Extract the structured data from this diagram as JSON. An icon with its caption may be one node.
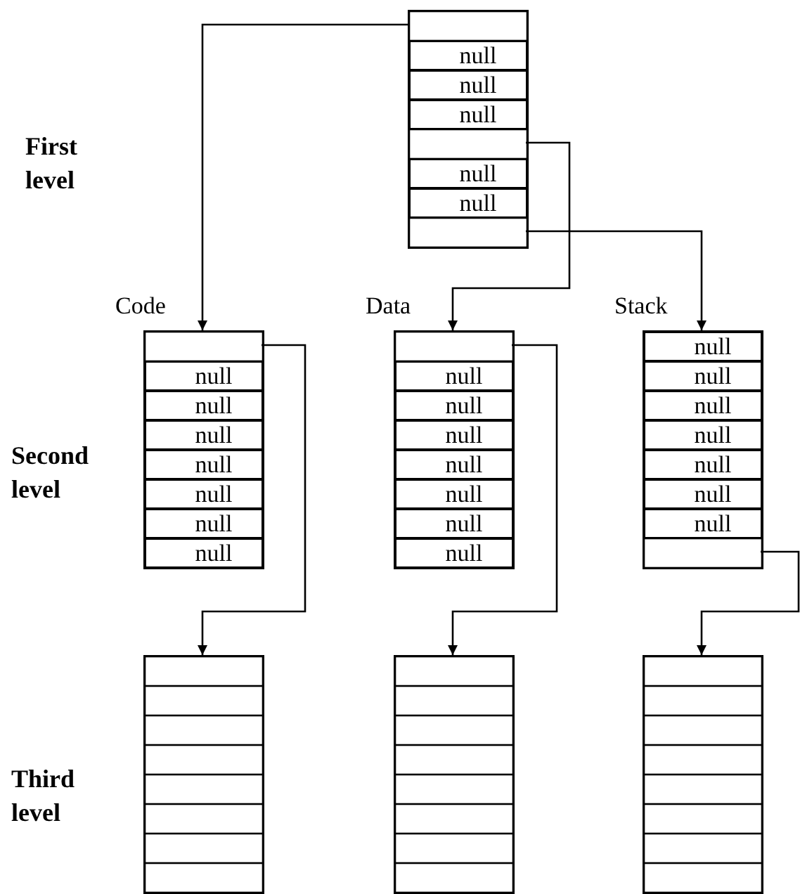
{
  "diagram": {
    "nodes": [
      {
        "text": [],
        "shape": "box"
      },
      {
        "text": [],
        "shape": "box",
        "in": 0
      },
      {
        "text": [
          "null"
        ],
        "in": 0
      },
      {
        "text": [
          "null"
        ],
        "in": 0
      },
      {
        "text": [
          "null"
        ],
        "in": 0
      },
      {
        "text": [],
        "shape": "box",
        "in": 0
      },
      {
        "text": [
          "null"
        ],
        "in": 0
      },
      {
        "text": [
          "null"
        ],
        "in": 0
      },
      {
        "text": [],
        "shape": "box",
        "in": 0
      },
      {
        "text": [],
        "shape": "box",
        "beside": [
          "Code"
        ]
      },
      {
        "text": [],
        "shape": "box",
        "in": 9
      },
      {
        "text": [
          "null"
        ],
        "in": 9
      },
      {
        "text": [
          "null"
        ],
        "in": 9
      },
      {
        "text": [
          "null"
        ],
        "in": 9
      },
      {
        "text": [
          "null"
        ],
        "in": 9
      },
      {
        "text": [
          "null"
        ],
        "in": 9
      },
      {
        "text": [
          "null"
        ],
        "in": 9
      },
      {
        "text": [
          "null"
        ],
        "in": 9
      },
      {
        "text": [],
        "shape": "box",
        "beside": [
          "Data"
        ]
      },
      {
        "text": [],
        "shape": "box",
        "in": 18
      },
      {
        "text": [
          "null"
        ],
        "in": 18
      },
      {
        "text": [
          "null"
        ],
        "in": 18
      },
      {
        "text": [
          "null"
        ],
        "in": 18
      },
      {
        "text": [
          "null"
        ],
        "in": 18
      },
      {
        "text": [
          "null"
        ],
        "in": 18
      },
      {
        "text": [
          "null"
        ],
        "in": 18
      },
      {
        "text": [
          "null"
        ],
        "in": 18
      },
      {
        "text": [],
        "shape": "box",
        "beside": [
          "Stack"
        ]
      },
      {
        "text": [
          "null"
        ],
        "in": 27
      },
      {
        "text": [
          "null"
        ],
        "in": 27
      },
      {
        "text": [
          "null"
        ],
        "in": 27
      },
      {
        "text": [
          "null"
        ],
        "in": 27
      },
      {
        "text": [
          "null"
        ],
        "in": 27
      },
      {
        "text": [
          "null"
        ],
        "in": 27
      },
      {
        "text": [
          "null"
        ],
        "in": 27
      },
      {
        "text": [],
        "shape": "box",
        "in": 27
      },
      {
        "text": [],
        "shape": "box"
      },
      {
        "text": [],
        "shape": "box",
        "in": 36
      },
      {
        "text": [],
        "shape": "box",
        "in": 36
      },
      {
        "text": [],
        "shape": "box",
        "in": 36
      },
      {
        "text": [],
        "shape": "box",
        "in": 36
      },
      {
        "text": [],
        "shape": "box",
        "in": 36
      },
      {
        "text": [],
        "shape": "box",
        "in": 36
      },
      {
        "text": [],
        "shape": "box",
        "in": 36
      },
      {
        "text": [],
        "shape": "box",
        "in": 36
      },
      {
        "text": [],
        "shape": "box"
      },
      {
        "text": [],
        "shape": "box",
        "in": 45
      },
      {
        "text": [],
        "shape": "box",
        "in": 45
      },
      {
        "text": [],
        "shape": "box",
        "in": 45
      },
      {
        "text": [],
        "shape": "box",
        "in": 45
      },
      {
        "text": [],
        "shape": "box",
        "in": 45
      },
      {
        "text": [],
        "shape": "box",
        "in": 45
      },
      {
        "text": [],
        "shape": "box",
        "in": 45
      },
      {
        "text": [],
        "shape": "box",
        "in": 45
      },
      {
        "text": [],
        "shape": "box"
      },
      {
        "text": [],
        "shape": "box",
        "in": 54
      },
      {
        "text": [],
        "shape": "box",
        "in": 54
      },
      {
        "text": [],
        "shape": "box",
        "in": 54
      },
      {
        "text": [],
        "shape": "box",
        "in": 54
      },
      {
        "text": [],
        "shape": "box",
        "in": 54
      },
      {
        "text": [],
        "shape": "box",
        "in": 54
      },
      {
        "text": [],
        "shape": "box",
        "in": 54
      },
      {
        "text": [],
        "shape": "box",
        "in": 54
      }
    ],
    "edges": [
      {
        "from": 1,
        "to": 9,
        "arrow": "to"
      },
      {
        "from": 5,
        "to": 18,
        "arrow": "to"
      },
      {
        "from": 8,
        "to": 27,
        "arrow": "to"
      },
      {
        "from": 10,
        "to": 36,
        "arrow": "to"
      },
      {
        "from": 19,
        "to": 45,
        "arrow": "to"
      },
      {
        "from": 35,
        "to": 54,
        "arrow": "to"
      }
    ],
    "labels": [
      "First level",
      "Second level",
      "Third level"
    ]
  }
}
